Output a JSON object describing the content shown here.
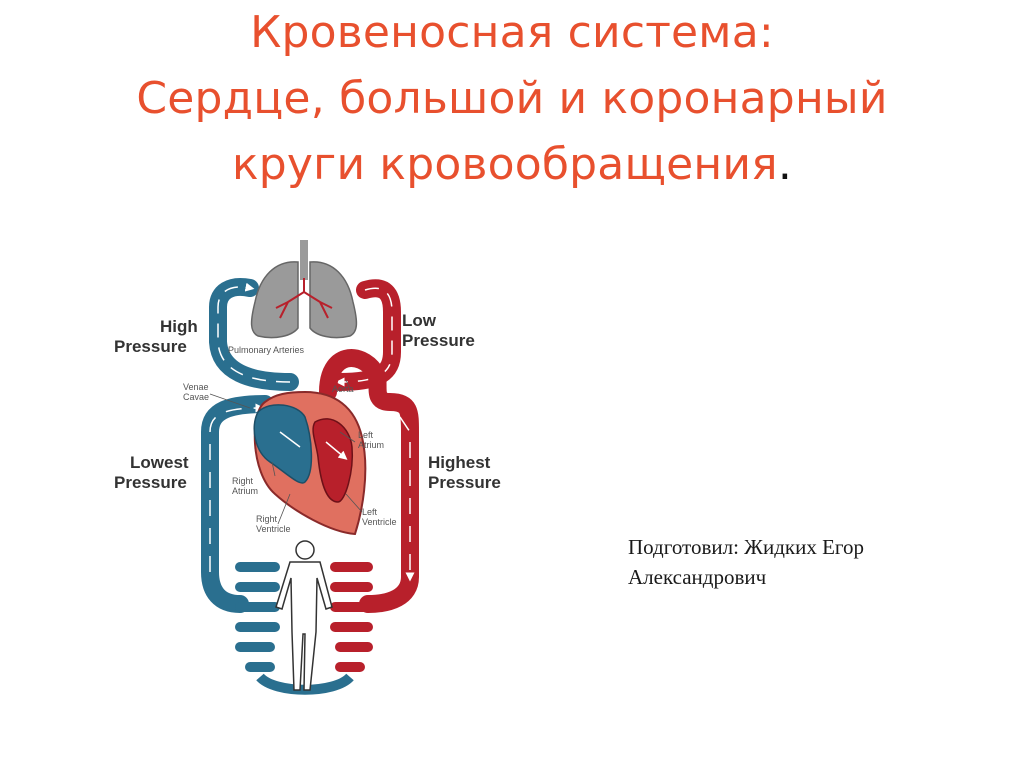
{
  "slide": {
    "title_lines": [
      "Кровеносная система:",
      "Сердце, большой и коронарный",
      "круги кровообращения"
    ],
    "title_end": ".",
    "author_lines": [
      "Подготовил: Жидких Егор",
      "Александрович"
    ]
  },
  "diagram": {
    "labels": {
      "high_1": "High",
      "high_2": "Pressure",
      "low_1": "Low",
      "low_2": "Pressure",
      "lowest_1": "Lowest",
      "lowest_2": "Pressure",
      "highest_1": "Highest",
      "highest_2": "Pressure",
      "pulmonary_arteries": "Pulmonary Arteries",
      "venae": "Venae",
      "cavae": "Cavae",
      "aorta": "Aorta",
      "left_atrium_1": "Left",
      "left_atrium_2": "Atrium",
      "right_atrium_1": "Right",
      "right_atrium_2": "Atrium",
      "left_ventricle_1": "Left",
      "left_ventricle_2": "Ventricle",
      "right_ventricle_1": "Right",
      "right_ventricle_2": "Ventricle"
    },
    "colors": {
      "oxygenated": "#B8202B",
      "deoxygenated": "#2A6F8F",
      "lungs": "#9A9A9A",
      "heart": "#E07060",
      "body": "#FFFFFF"
    }
  }
}
